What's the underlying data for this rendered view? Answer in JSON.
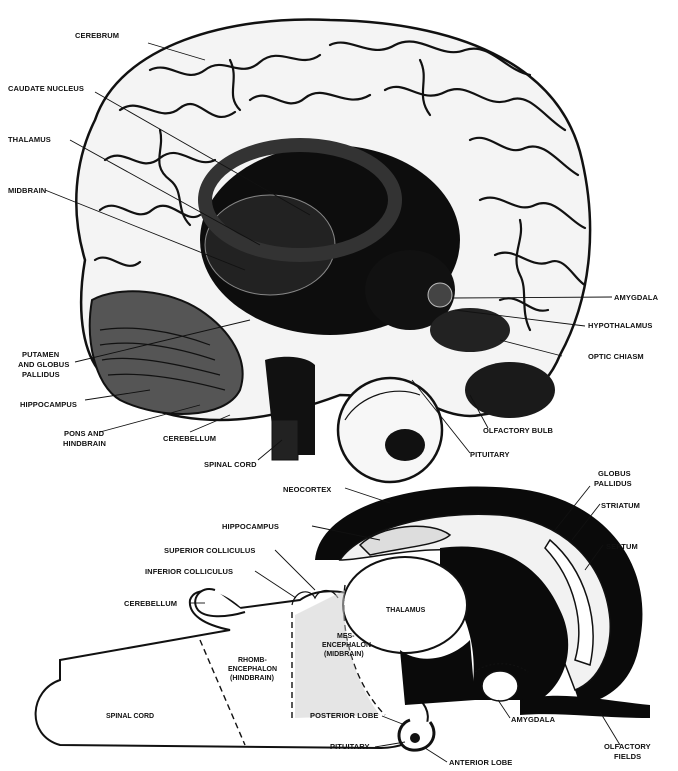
{
  "upper_figure": {
    "labels": {
      "cerebrum": "CEREBRUM",
      "caudate_nucleus": "CAUDATE NUCLEUS",
      "thalamus": "THALAMUS",
      "midbrain": "MIDBRAIN",
      "putamen_line1": "PUTAMEN",
      "putamen_line2": "AND GLOBUS",
      "putamen_line3": "PALLIDUS",
      "hippocampus": "HIPPOCAMPUS",
      "pons_line1": "PONS AND",
      "pons_line2": "HINDBRAIN",
      "cerebellum": "CEREBELLUM",
      "spinal_cord": "SPINAL CORD",
      "amygdala": "AMYGDALA",
      "hypothalamus": "HYPOTHALAMUS",
      "optic_chiasm": "OPTIC CHIASM",
      "olfactory_bulb": "OLFACTORY BULB",
      "pituitary": "PITUITARY"
    }
  },
  "lower_figure": {
    "labels": {
      "neocortex": "NEOCORTEX",
      "globus_pallidus_line1": "GLOBUS",
      "globus_pallidus_line2": "PALLIDUS",
      "striatum": "STRIATUM",
      "hippocampus": "HIPPOCAMPUS",
      "septum": "SEPTUM",
      "superior_colliculus": "SUPERIOR COLLICULUS",
      "inferior_colliculus": "INFERIOR COLLICULUS",
      "cerebellum": "CEREBELLUM",
      "thalamus": "THALAMUS",
      "mesencephalon_line1": "MES-",
      "mesencephalon_line2": "ENCEPHALON",
      "mesencephalon_line3": "(MIDBRAIN)",
      "rhombencephalon_line1": "RHOMB-",
      "rhombencephalon_line2": "ENCEPHALON",
      "rhombencephalon_line3": "(HINDBRAIN)",
      "spinal_cord": "SPINAL CORD",
      "posterior_lobe": "POSTERIOR LOBE",
      "pituitary": "PITUITARY",
      "anterior_lobe": "ANTERIOR LOBE",
      "amygdala": "AMYGDALA",
      "olfactory_fields_line1": "OLFACTORY",
      "olfactory_fields_line2": "FIELDS"
    }
  }
}
